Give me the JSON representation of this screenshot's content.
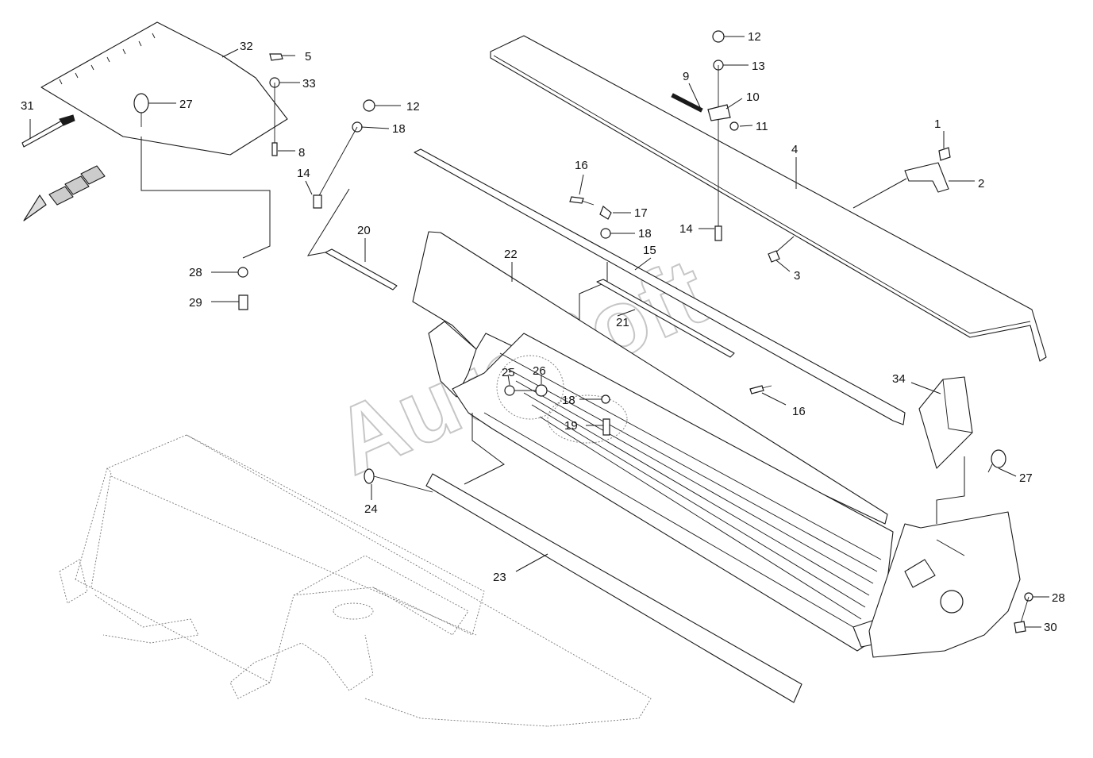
{
  "watermark": "AutoSoft",
  "callouts": [
    {
      "id": "c1",
      "label": "1"
    },
    {
      "id": "c2",
      "label": "2"
    },
    {
      "id": "c3",
      "label": "3"
    },
    {
      "id": "c4",
      "label": "4"
    },
    {
      "id": "c5",
      "label": "5"
    },
    {
      "id": "c8",
      "label": "8"
    },
    {
      "id": "c9",
      "label": "9"
    },
    {
      "id": "c10",
      "label": "10"
    },
    {
      "id": "c11",
      "label": "11"
    },
    {
      "id": "c12a",
      "label": "12"
    },
    {
      "id": "c12b",
      "label": "12"
    },
    {
      "id": "c13",
      "label": "13"
    },
    {
      "id": "c14a",
      "label": "14"
    },
    {
      "id": "c14b",
      "label": "14"
    },
    {
      "id": "c15",
      "label": "15"
    },
    {
      "id": "c16a",
      "label": "16"
    },
    {
      "id": "c16b",
      "label": "16"
    },
    {
      "id": "c17",
      "label": "17"
    },
    {
      "id": "c18a",
      "label": "18"
    },
    {
      "id": "c18b",
      "label": "18"
    },
    {
      "id": "c18c",
      "label": "18"
    },
    {
      "id": "c19",
      "label": "19"
    },
    {
      "id": "c20",
      "label": "20"
    },
    {
      "id": "c21",
      "label": "21"
    },
    {
      "id": "c22",
      "label": "22"
    },
    {
      "id": "c23",
      "label": "23"
    },
    {
      "id": "c24",
      "label": "24"
    },
    {
      "id": "c25",
      "label": "25"
    },
    {
      "id": "c26",
      "label": "26"
    },
    {
      "id": "c27a",
      "label": "27"
    },
    {
      "id": "c27b",
      "label": "27"
    },
    {
      "id": "c28a",
      "label": "28"
    },
    {
      "id": "c28b",
      "label": "28"
    },
    {
      "id": "c29",
      "label": "29"
    },
    {
      "id": "c30",
      "label": "30"
    },
    {
      "id": "c31",
      "label": "31"
    },
    {
      "id": "c32",
      "label": "32"
    },
    {
      "id": "c33",
      "label": "33"
    },
    {
      "id": "c34",
      "label": "34"
    }
  ]
}
